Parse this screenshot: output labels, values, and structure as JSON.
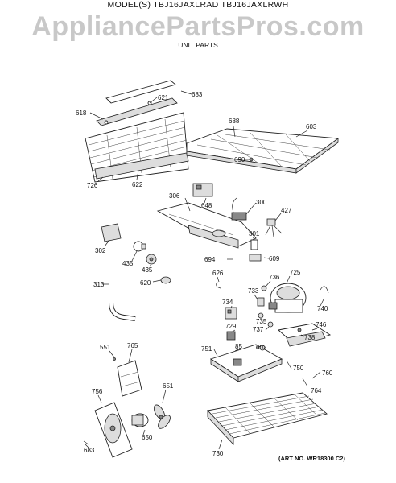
{
  "header": {
    "models": "MODEL(S) TBJ16JAXLRAD  TBJ16JAXLRWH",
    "watermark": "AppliancePartsPros.com",
    "section": "UNIT PARTS"
  },
  "labels": {
    "p683a": "683",
    "p621": "621",
    "p618": "618",
    "p688": "688",
    "p603": "603",
    "p690": "690",
    "p726": "726",
    "p622": "622",
    "p306": "306",
    "p648": "648",
    "p300": "300",
    "p427": "427",
    "p301": "301",
    "p302": "302",
    "p435a": "435",
    "p435b": "435",
    "p694": "694",
    "p609": "609",
    "p313": "313",
    "p620": "620",
    "p626": "626",
    "p725": "725",
    "p736": "736",
    "p733": "733",
    "p740": "740",
    "p734": "734",
    "p735": "735",
    "p729": "729",
    "p737": "737",
    "p746": "746",
    "p738": "738",
    "p85": "85",
    "p602": "602",
    "p551": "551",
    "p765": "765",
    "p751": "751",
    "p750": "750",
    "p760": "760",
    "p764": "764",
    "p756": "756",
    "p651": "651",
    "p650": "650",
    "p683b": "683",
    "p730": "730"
  },
  "footer": {
    "art_no": "(ART NO. WR18300 C2)"
  }
}
